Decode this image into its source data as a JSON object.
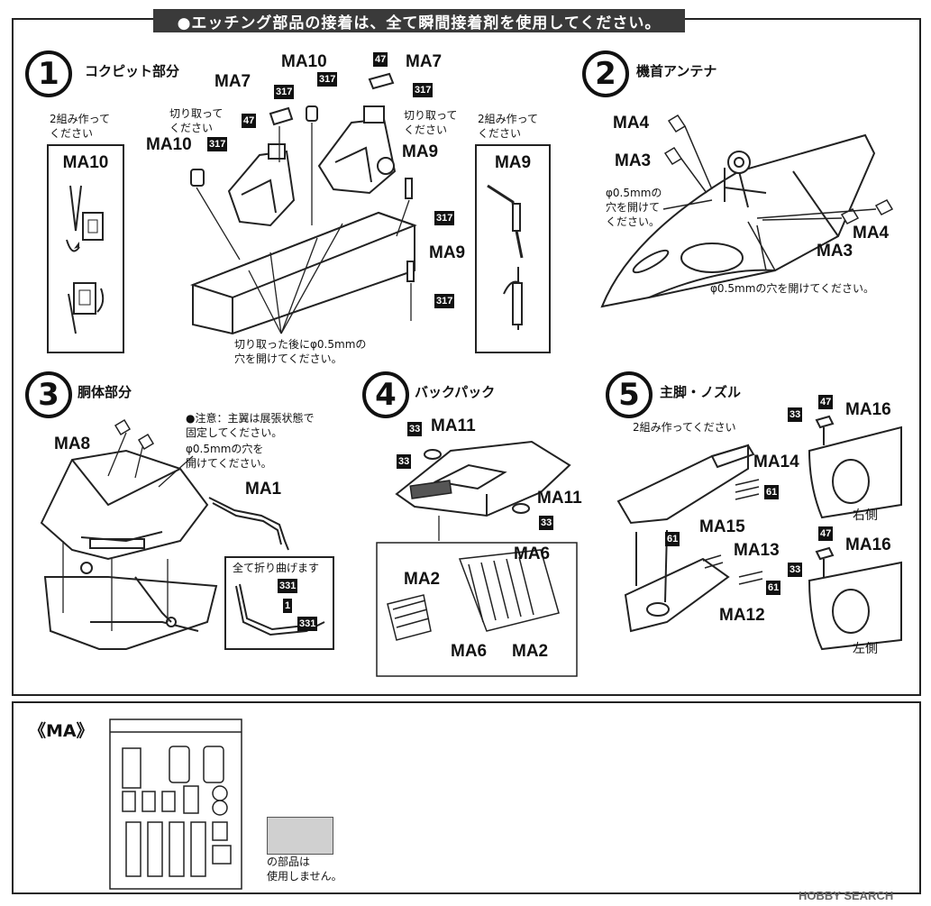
{
  "banner": "●エッチング部品の接着は、全て瞬間接着剤を使用してください。",
  "step1": {
    "num": "1",
    "title": "コクピット部分",
    "note_left": "2組み作って\nください",
    "note_right": "2組み作って\nください",
    "cut_note1": "切り取って\nください",
    "cut_note2": "切り取って\nください",
    "bottom_note": "切り取った後にφ0.5mmの\n穴を開けてください。",
    "box_left": "MA10",
    "box_right": "MA9",
    "labels": [
      "MA10",
      "MA7",
      "MA7",
      "MA10",
      "MA9",
      "MA9"
    ],
    "tags": [
      "317",
      "47",
      "317",
      "47",
      "317",
      "317",
      "317",
      "317"
    ]
  },
  "step2": {
    "num": "2",
    "title": "機首アンテナ",
    "note1": "φ0.5mmの\n穴を開けて\nください。",
    "note2": "φ0.5mmの穴を開けてください。",
    "labels": [
      "MA4",
      "MA3",
      "MA4",
      "MA3"
    ]
  },
  "step3": {
    "num": "3",
    "title": "胴体部分",
    "note1": "●注意：主翼は展張状態で\n固定してください。",
    "note2": "φ0.5mmの穴を\n開けてください。",
    "bend_note": "全て折り曲げます",
    "labels": [
      "MA8",
      "MA1"
    ],
    "tags": [
      "331",
      "1",
      "331"
    ]
  },
  "step4": {
    "num": "4",
    "title": "バックパック",
    "labels": [
      "MA11",
      "MA11",
      "MA6",
      "MA2",
      "MA6",
      "MA2"
    ],
    "tags": [
      "33",
      "33",
      "33"
    ]
  },
  "step5": {
    "num": "5",
    "title": "主脚・ノズル",
    "note": "2組み作ってください",
    "labels": [
      "MA16",
      "MA14",
      "MA15",
      "MA13",
      "MA12",
      "MA16"
    ],
    "right_side": "右側",
    "left_side": "左側",
    "tags": [
      "47",
      "33",
      "61",
      "61",
      "61",
      "47",
      "33"
    ]
  },
  "ma_panel": {
    "title": "《MA》",
    "unused_note": "の部品は\n使用しません。"
  },
  "watermark": "HOBBY SEARCH"
}
